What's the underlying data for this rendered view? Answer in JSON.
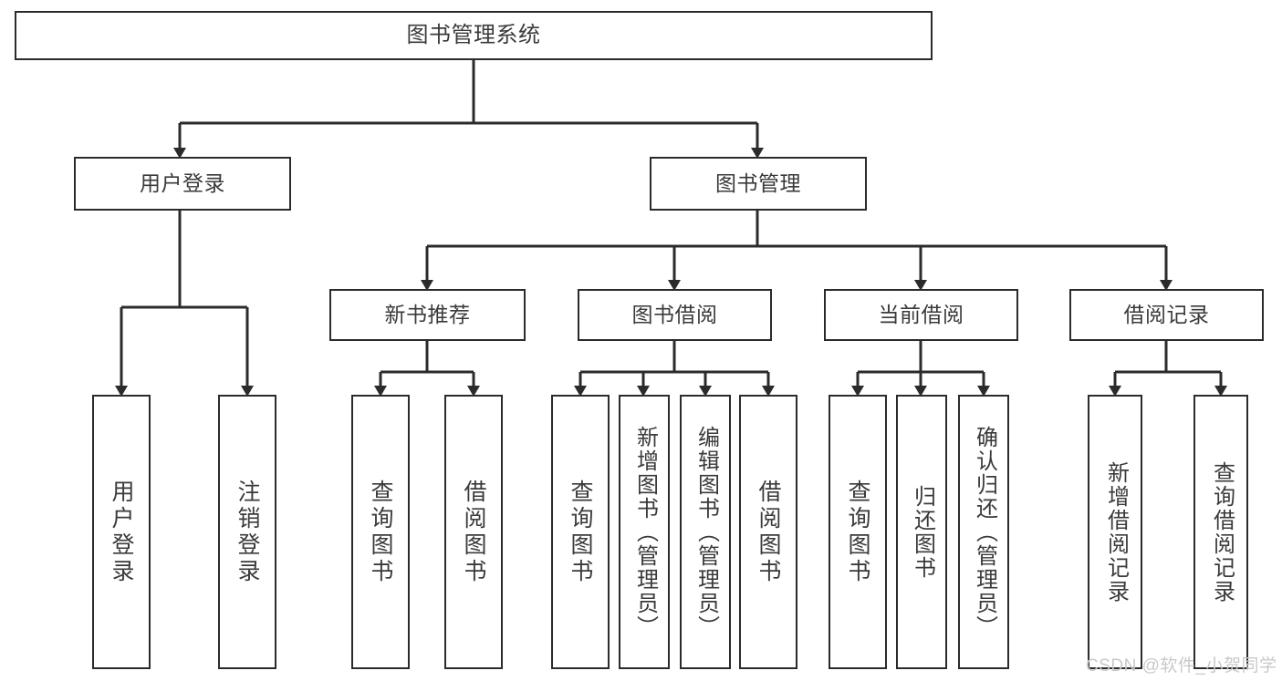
{
  "diagram": {
    "type": "tree-hierarchy-chart",
    "title": "图书管理系统",
    "colors": {
      "box_border": "#2b2b2b",
      "box_fill": "#ffffff",
      "text": "#3a3a3a",
      "edge": "#2b2b2b",
      "background": "#ffffff",
      "watermark": "#c9c9c9"
    },
    "root": {
      "label": "图书管理系统"
    },
    "level2": [
      {
        "label": "用户登录"
      },
      {
        "label": "图书管理"
      }
    ],
    "level3": [
      {
        "label": "新书推荐"
      },
      {
        "label": "图书借阅"
      },
      {
        "label": "当前借阅"
      },
      {
        "label": "借阅记录"
      }
    ],
    "leaves": {
      "user_login": [
        {
          "label": "用户登录"
        },
        {
          "label": "注销登录"
        }
      ],
      "new_book_recommend": [
        {
          "label": "查询图书"
        },
        {
          "label": "借阅图书"
        }
      ],
      "book_borrow": [
        {
          "label": "查询图书"
        },
        {
          "label": "新增图书（管理员）"
        },
        {
          "label": "编辑图书（管理员）"
        },
        {
          "label": "借阅图书"
        }
      ],
      "current_borrow": [
        {
          "label": "查询图书"
        },
        {
          "label": "归还图书"
        },
        {
          "label": "确认归还（管理员）"
        }
      ],
      "borrow_records": [
        {
          "label": "新增借阅记录"
        },
        {
          "label": "查询借阅记录"
        }
      ]
    }
  },
  "watermark": {
    "text": "CSDN @软件_小贺同学"
  }
}
